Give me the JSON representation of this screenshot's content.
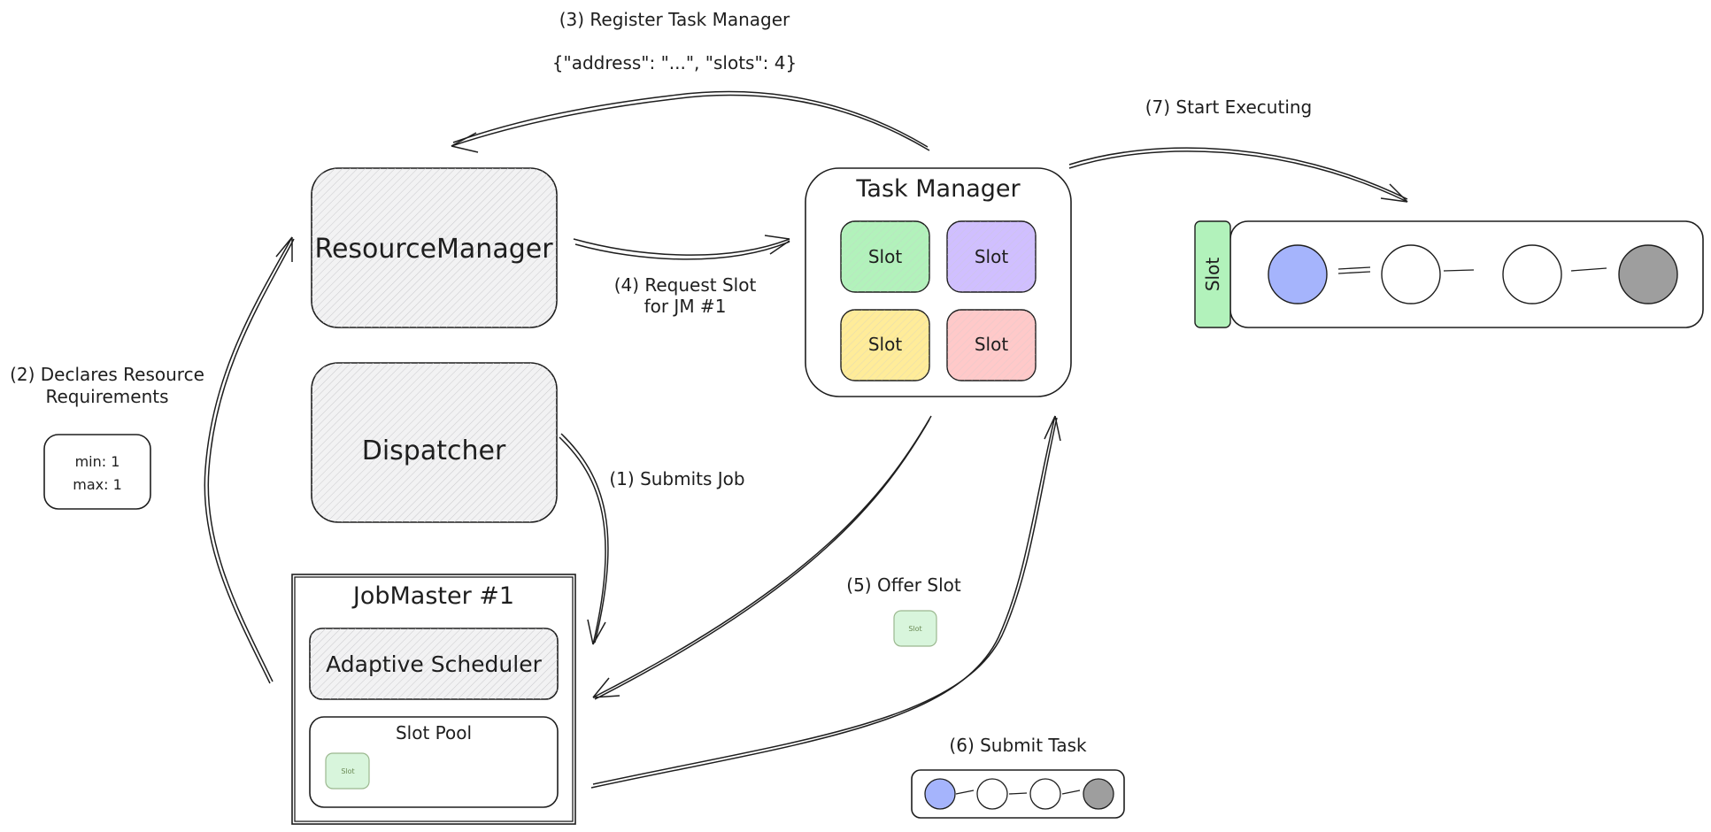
{
  "nodes": {
    "resource_manager": "ResourceManager",
    "dispatcher": "Dispatcher",
    "job_master": "JobMaster #1",
    "adaptive_scheduler": "Adaptive Scheduler",
    "slot_pool": "Slot Pool",
    "slot_pool_slot": "Slot",
    "task_manager": "Task Manager",
    "tm_slots": [
      {
        "label": "Slot",
        "color": "#b2f2bb"
      },
      {
        "label": "Slot",
        "color": "#d0bfff"
      },
      {
        "label": "Slot",
        "color": "#ffec99"
      },
      {
        "label": "Slot",
        "color": "#ffc9c9"
      }
    ],
    "executing_slot": "Slot",
    "offered_slot": "Slot",
    "requirements": {
      "min": "min: 1",
      "max": "max: 1"
    }
  },
  "edges": {
    "submit_job": "(1) Submits Job",
    "declare_requirements_line1": "(2) Declares Resource",
    "declare_requirements_line2": "Requirements",
    "register_tm": "(3) Register Task Manager",
    "register_payload": "{\"address\": \"...\", \"slots\": 4}",
    "request_slot_line1": "(4) Request Slot",
    "request_slot_line2": "for JM #1",
    "offer_slot": "(5) Offer Slot",
    "submit_task": "(6) Submit Task",
    "start_executing": "(7) Start Executing"
  },
  "colors": {
    "stroke": "#1e1e1e",
    "box_fill": "#f2f2f3",
    "slot_green": "#b2f2bb",
    "slot_purple": "#d0bfff",
    "slot_yellow": "#ffec99",
    "slot_red": "#ffc9c9",
    "task_blue": "#a5b4fc",
    "task_gray": "#9e9e9e"
  }
}
